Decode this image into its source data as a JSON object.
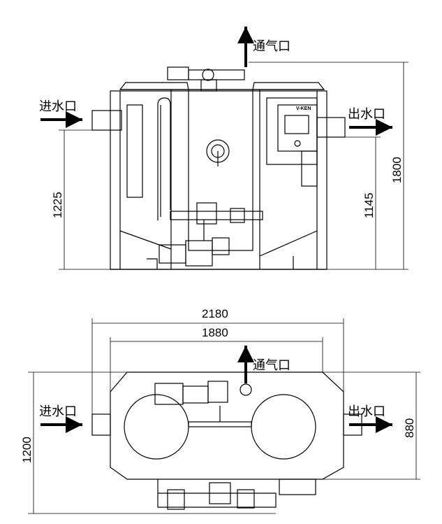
{
  "front_view": {
    "air_outlet": "通气口",
    "water_inlet": "进水口",
    "water_outlet": "出水口",
    "brand": "V-KEN",
    "dim_total_height": "1800",
    "dim_inlet_height": "1225",
    "dim_outlet_height": "1145"
  },
  "top_view": {
    "air_outlet": "通气口",
    "water_inlet": "进水口",
    "water_outlet": "出水口",
    "dim_overall_width": "2180",
    "dim_body_width": "1880",
    "dim_overall_depth": "1200",
    "dim_body_depth": "880"
  }
}
